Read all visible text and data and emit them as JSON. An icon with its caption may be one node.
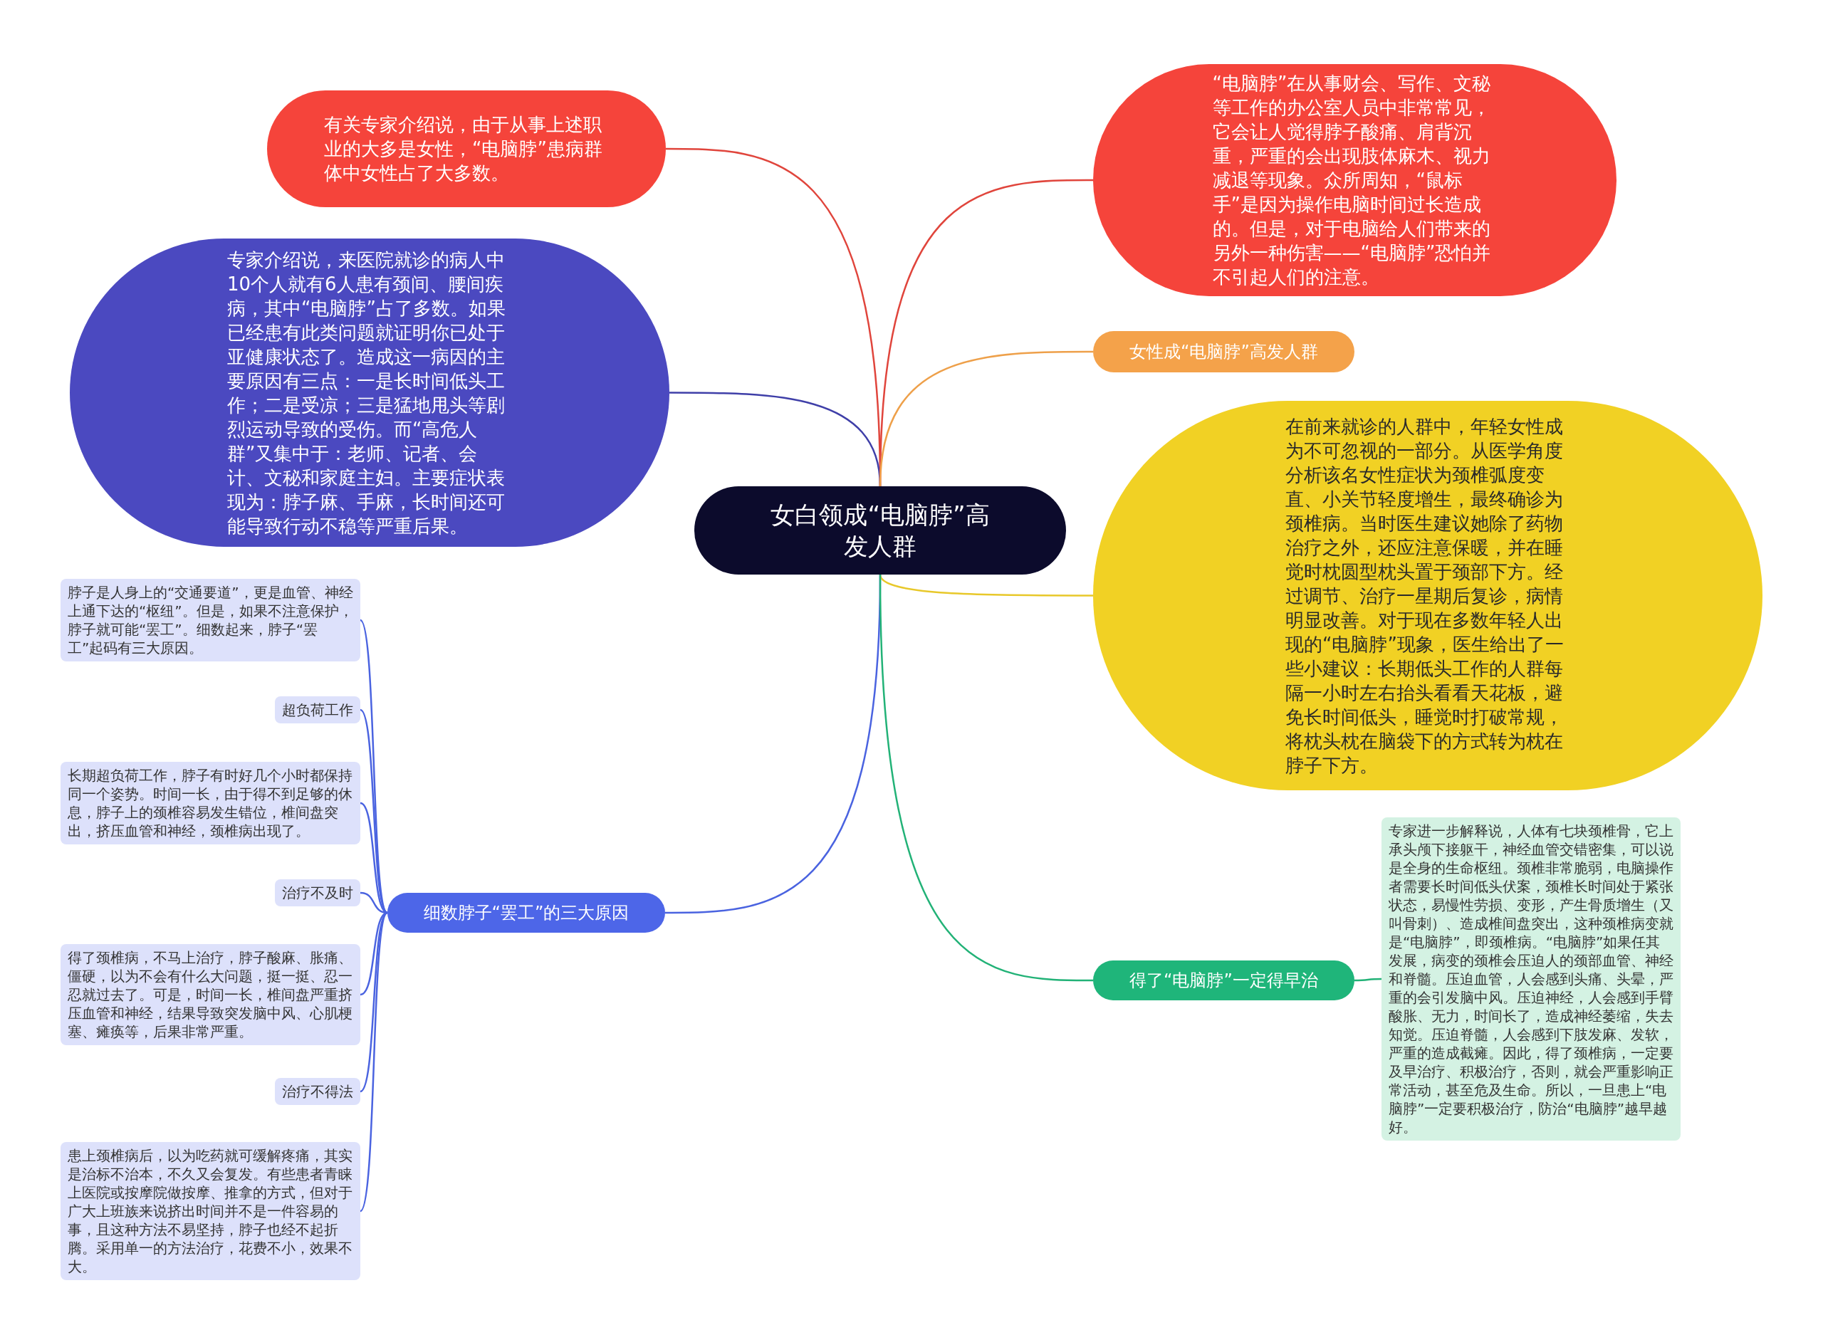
{
  "diagram": {
    "nodes": [
      {
        "text": [
          "女白领成“电脑脖”高发人群"
        ]
      },
      {
        "text": [
          "有关专家介绍说，由于从事上述职业的大多是女性，“电脑脖”患病群体中女性占了大多数。"
        ]
      },
      {
        "text": [
          "专家介绍说，来医院就诊的病人中10个人就有6人患有颈间、腰间疾病，其中“电脑脖”占了多数。如果已经患有此类问题就证明你已处于亚健康状态了。造成这一病因的主要原因有三点：一是长时间低头工作；二是受凉；三是猛地甩头等剧烈运动导致的受伤。而“高危人群”又集中于：老师、记者、会计、文秘和家庭主妇。主要症状表现为：脖子麻、手麻，长时间还可能导致行动不稳等严重后果。"
        ]
      },
      {
        "text": [
          "细数脖子“罢工”的三大原因"
        ]
      },
      {
        "text": [
          "脖子是人身上的“交通要道”，更是血管、神经上通下达的“枢纽”。但是，如果不注意保护，脖子就可能“罢工”。细数起来，脖子“罢工”起码有三大原因。"
        ]
      },
      {
        "text": [
          "超负荷工作"
        ]
      },
      {
        "text": [
          "长期超负荷工作，脖子有时好几个小时都保持同一个姿势。时间一长，由于得不到足够的休息，脖子上的颈椎容易发生错位，椎间盘突出，挤压血管和神经，颈椎病出现了。"
        ]
      },
      {
        "text": [
          "治疗不及时"
        ]
      },
      {
        "text": [
          "得了颈椎病，不马上治疗，脖子酸麻、胀痛、僵硬，以为不会有什么大问题，挺一挺、忍一忍就过去了。可是，时间一长，椎间盘严重挤压血管和神经，结果导致突发脑中风、心肌梗塞、瘫痪等，后果非常严重。"
        ]
      },
      {
        "text": [
          "治疗不得法"
        ]
      },
      {
        "text": [
          "患上颈椎病后，以为吃药就可缓解疼痛，其实是治标不治本，不久又会复发。有些患者青睐上医院或按摩院做按摩、推拿的方式，但对于广大上班族来说挤出时间并不是一件容易的事，且这种方法不易坚持，脖子也经不起折腾。采用单一的方法治疗，花费不小，效果不大。"
        ]
      },
      {
        "text": [
          "“电脑脖”在从事财会、写作、文秘等工作的办公室人员中非常常见，它会让人觉得脖子酸痛、肩背沉重，严重的会出现肢体麻木、视力减退等现象。众所周知，“鼠标手”是因为操作电脑时间过长造成的。但是，对于电脑给人们带来的另外一种伤害——“电脑脖”恐怕并不引起人们的注意。"
        ]
      },
      {
        "text": [
          "女性成“电脑脖”高发人群"
        ]
      },
      {
        "text": [
          "在前来就诊的人群中，年轻女性成为不可忽视的一部分。从医学角度分析该名女性症状为颈椎弧度变直、小关节轻度增生，最终确诊为颈椎病。当时医生建议她除了药物治疗之外，还应注意保暖，并在睡觉时枕圆型枕头置于颈部下方。经过调节、治疗一星期后复诊，病情明显改善。对于现在多数年轻人出现的“电脑脖”现象，医生给出了一些小建议：长期低头工作的人群每隔一小时左右抬头看看天花板，避免长时间低头，睡觉时打破常规，将枕头枕在脑袋下的方式转为枕在脖子下方。"
        ]
      },
      {
        "text": [
          "得了“电脑脖”一定得早治"
        ]
      },
      {
        "text": [
          "专家进一步解释说，人体有七块颈椎骨，它上承头颅下接躯干，神经血管交错密集，可以说是全身的生命枢纽。颈椎非常脆弱，电脑操作者需要长时间低头伏案，颈椎长时间处于紧张状态，易慢性劳损、变形，产生骨质增生（又叫骨刺）、造成椎间盘突出，这种颈椎病变就是“电脑脖”，即颈椎病。“电脑脖”如果任其发展，病变的颈椎会压迫人的颈部血管、神经和脊髓。压迫血管，人会感到头痛、头晕，严重的会引发脑中风。压迫神经，人会感到手臂酸胀、无力，时间长了，造成神经萎缩，失去知觉。压迫脊髓，人会感到下肢发麻、发软，严重的造成截瘫。因此，得了颈椎病，一定要及早治疗、积极治疗，否则，就会严重影响正常活动，甚至危及生命。所以，一旦患上“电脑脖”一定要积极治疗，防治“电脑脖”越早越好。"
        ]
      }
    ],
    "edges": [
      {
        "from": 0,
        "to": 1,
        "arrow": "none",
        "color": "#e0453c"
      },
      {
        "from": 0,
        "to": 2,
        "arrow": "none",
        "color": "#3f3fa8"
      },
      {
        "from": 0,
        "to": 3,
        "arrow": "none",
        "color": "#4a63e0"
      },
      {
        "from": 3,
        "to": 4,
        "arrow": "none"
      },
      {
        "from": 3,
        "to": 5,
        "arrow": "none"
      },
      {
        "from": 3,
        "to": 6,
        "arrow": "none"
      },
      {
        "from": 3,
        "to": 7,
        "arrow": "none"
      },
      {
        "from": 3,
        "to": 8,
        "arrow": "none"
      },
      {
        "from": 3,
        "to": 9,
        "arrow": "none"
      },
      {
        "from": 3,
        "to": 10,
        "arrow": "none"
      },
      {
        "from": 0,
        "to": 11,
        "arrow": "none",
        "color": "#e0453c"
      },
      {
        "from": 0,
        "to": 12,
        "arrow": "none",
        "color": "#eea04a"
      },
      {
        "from": 0,
        "to": 13,
        "arrow": "none",
        "color": "#e8c82a"
      },
      {
        "from": 0,
        "to": 14,
        "arrow": "none",
        "color": "#22b277"
      },
      {
        "from": 14,
        "to": 15,
        "arrow": "none",
        "color": "#22b277"
      }
    ]
  }
}
